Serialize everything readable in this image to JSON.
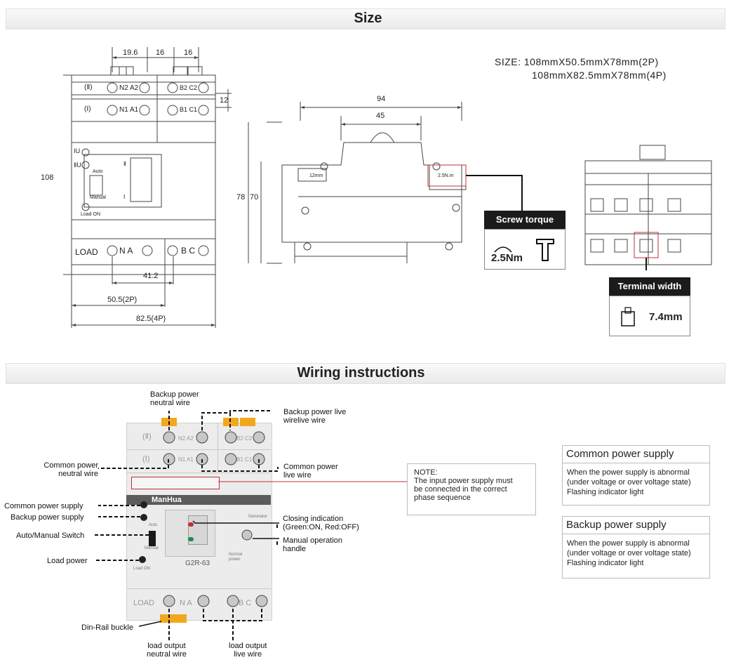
{
  "size_section": {
    "title": "Size",
    "size_line1": "SIZE: 108mmX50.5mmX78mm(2P)",
    "size_line2": "108mmX82.5mmX78mm(4P)",
    "front_view": {
      "dim_top": [
        "19.6",
        "16",
        "16"
      ],
      "dim_right": "12",
      "dim_left": "108",
      "dim_bottom_inner": "41.2",
      "dim_2p": "50.5(2P)",
      "dim_4p": "82.5(4P)",
      "row_ii": "(Ⅱ)",
      "row_i": "(Ⅰ)",
      "n2a2": "N2 A2",
      "b2c2": "B2 C2",
      "n1a1": "N1 A1",
      "b1c1": "B1 C1",
      "iu": "ⅠU",
      "iiu": "ⅡU",
      "auto": "Auto",
      "manual": "Manual",
      "load_on": "Load ON",
      "load": "LOAD",
      "na": "N A",
      "bc": "B C",
      "handle_ii": "Ⅱ",
      "handle_i": "Ⅰ"
    },
    "side_view": {
      "dim_94": "94",
      "dim_45": "45",
      "dim_78": "78",
      "dim_70": "70",
      "label_12mm": "12mm",
      "label_25nm": "2.5N.m"
    },
    "screw_torque": {
      "title": "Screw torque",
      "value": "2.5Nm"
    },
    "terminal_width": {
      "title": "Terminal width",
      "value": "7.4mm"
    }
  },
  "wiring_section": {
    "title": "Wiring instructions",
    "left_labels": {
      "backup_neutral": "Backup power\nneutral wire",
      "common_neutral": "Common power\nneutral wire",
      "common_supply": "Common power supply",
      "backup_supply": "Backup power supply",
      "auto_manual": "Auto/Manual Switch",
      "load_power": "Load power",
      "din_rail": "Din-Rail buckle",
      "load_neutral": "load output\nneutral wire"
    },
    "right_labels": {
      "backup_live": "Backup power live\nwirelive wire",
      "common_live": "Common power\nlive wire",
      "closing": "Closing indication\n(Green:ON, Red:OFF)",
      "manual_handle": "Manual operation\nhandle",
      "load_live": "load output\nlive wire"
    },
    "device": {
      "brand": "ManHua",
      "model": "G2R-63",
      "generator": "Generator",
      "normal_power": "Normal\npower",
      "load_on": "Load ON",
      "auto": "Auto",
      "manual": "Manual",
      "row_ii": "(Ⅱ)",
      "row_i": "(Ⅰ)",
      "n2a2": "N2 A2",
      "b2c2": "B2 C2",
      "n1a1": "N1 A1",
      "b1c1": "B1 C1",
      "load": "LOAD",
      "na": "N A",
      "bc": "B C"
    },
    "note": "NOTE:\nThe input power supply must\nbe connected in the correct\nphase sequence",
    "common_box": {
      "title": "Common power supply",
      "text": "When the power supply is abnormal\n(under voltage or over voltage state)\nFlashing indicator light"
    },
    "backup_box": {
      "title": "Backup power supply",
      "text": "When the power supply is abnormal\n(under voltage or over voltage state)\nFlashing indicator light"
    }
  },
  "colors": {
    "accent_yellow": "#f2a81d",
    "note_red": "#c0303a",
    "dark_header": "#1b1b1b"
  }
}
